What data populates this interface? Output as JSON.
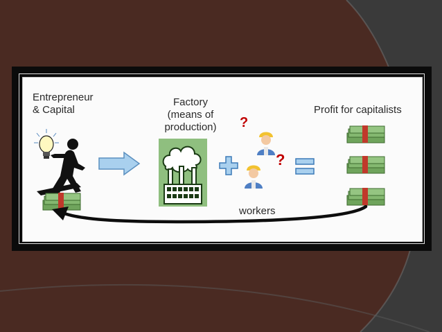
{
  "diagram": {
    "entrepreneur_label_line1": "Entrepreneur",
    "entrepreneur_label_line2": "& Capital",
    "factory_label_line1": "Factory",
    "factory_label_line2": "(means of",
    "factory_label_line3": "production)",
    "workers_label": "workers",
    "profit_label": "Profit for capitalists",
    "question_mark": "?"
  },
  "colors": {
    "slide_background": "#3a3a3a",
    "maroon_swoosh": "#4a2a22",
    "frame": "#0b0b0b",
    "arrow_fill": "#a9d0ee",
    "operator_blue": "#5b9bd5",
    "factory_green": "#8fbf7f",
    "money_green": "#6fa45c",
    "money_band_red": "#c0392b",
    "question_red": "#c00000"
  },
  "icons": [
    "entrepreneur-lightbulb-icon",
    "money-stack-icon",
    "factory-icon",
    "worker-icon",
    "plus-icon",
    "equals-icon",
    "right-arrow-icon",
    "return-arrow-icon"
  ]
}
